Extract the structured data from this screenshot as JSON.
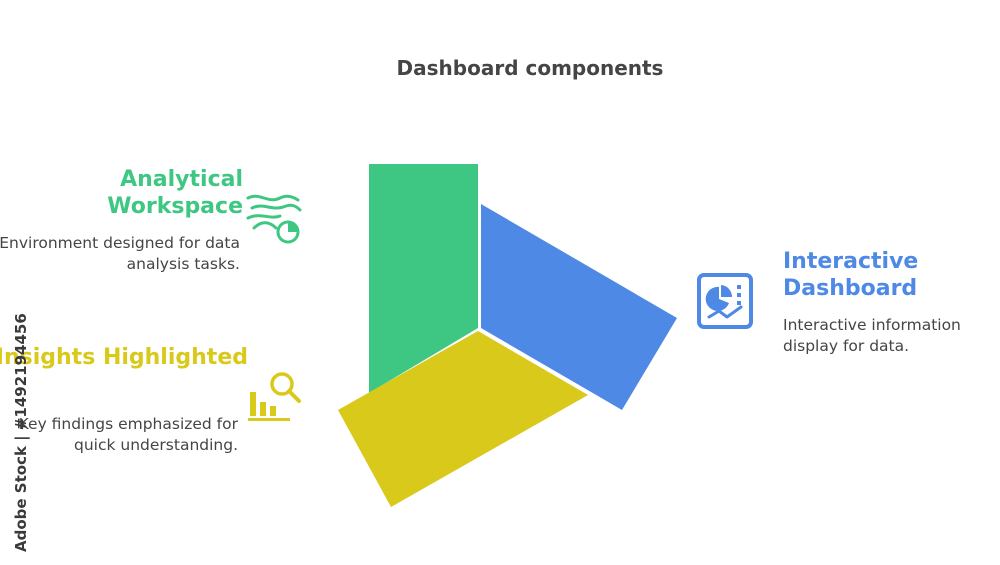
{
  "title": "Dashboard components",
  "items": [
    {
      "heading": "Analytical Workspace",
      "description": "Environment designed for data analysis tasks.",
      "color": "#3ec783",
      "icon": "analytics-flow-icon"
    },
    {
      "heading": "Insights Highlighted",
      "description": "Key findings emphasized for quick understanding.",
      "color": "#d8c91a",
      "icon": "bar-chart-search-icon"
    },
    {
      "heading": "Interactive Dashboard",
      "description": "Interactive information display for data.",
      "color": "#4e89e6",
      "icon": "dashboard-screen-icon"
    }
  ],
  "watermark": {
    "text": "Adobe Stock | #1492194456"
  }
}
